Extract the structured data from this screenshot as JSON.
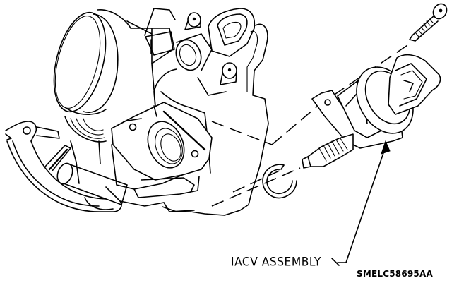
{
  "diagram": {
    "type": "exploded-view technical illustration",
    "subject": "Throttle body with IACV (idle air control valve) assembly",
    "labels": {
      "callout": "IACV ASSEMBLY",
      "figure_code": "SMELC58695AA"
    },
    "components": [
      {
        "id": "throttle-body",
        "name": "Throttle body"
      },
      {
        "id": "throttle-position-sensor",
        "name": "Sensor with connector (top)"
      },
      {
        "id": "iacv-assembly",
        "name": "IACV assembly"
      },
      {
        "id": "mounting-screw",
        "name": "Mounting screw"
      },
      {
        "id": "o-ring",
        "name": "O-ring"
      },
      {
        "id": "mounting-flange",
        "name": "IACV mounting face"
      }
    ],
    "colors": {
      "line": "#000000",
      "background": "#ffffff"
    }
  }
}
